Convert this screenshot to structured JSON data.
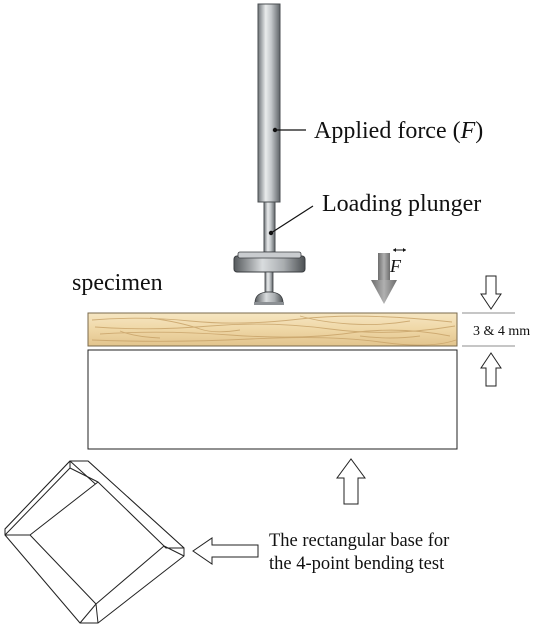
{
  "labels": {
    "applied_force_prefix": "Applied force (",
    "applied_force_symbol": "F",
    "applied_force_suffix": ")",
    "loading_plunger": "Loading plunger",
    "specimen": "specimen",
    "force_symbol": "F",
    "thickness": "3 & 4 mm",
    "base_line1": "The rectangular base for",
    "base_line2": "the 4-point bending test"
  },
  "colors": {
    "wood_light": "#f3dfb4",
    "wood_dark": "#d9b97e",
    "metal_dark": "#6f7478",
    "metal_light": "#e6e8ea",
    "arrow_gray": "#8a8a8a",
    "outline": "#222222"
  }
}
